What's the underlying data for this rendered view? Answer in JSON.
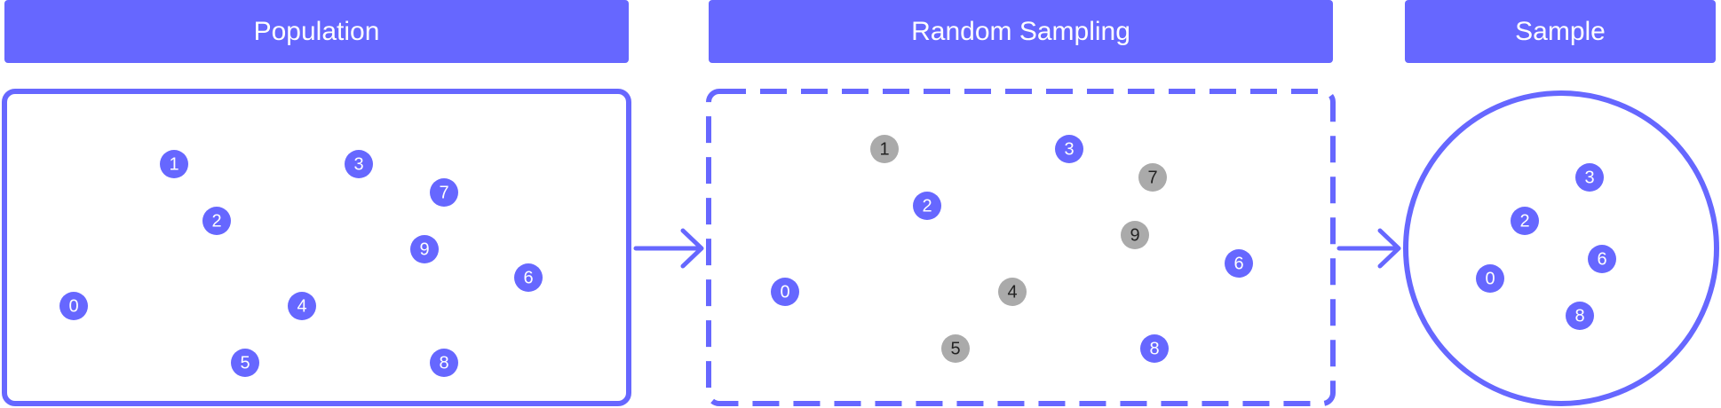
{
  "colors": {
    "accent": "#6667FF",
    "deselected": "#AAAAAA",
    "background": "#FFFFFF"
  },
  "stages": {
    "population": {
      "label": "Population"
    },
    "random_sampling": {
      "label": "Random Sampling"
    },
    "sample": {
      "label": "Sample"
    }
  },
  "population_members": [
    "0",
    "1",
    "2",
    "3",
    "4",
    "5",
    "6",
    "7",
    "8",
    "9"
  ],
  "sampling_selected": [
    "0",
    "2",
    "3",
    "6",
    "8"
  ],
  "sampling_rejected": [
    "1",
    "4",
    "5",
    "7",
    "9"
  ],
  "sample_members": [
    "0",
    "2",
    "3",
    "6",
    "8"
  ]
}
